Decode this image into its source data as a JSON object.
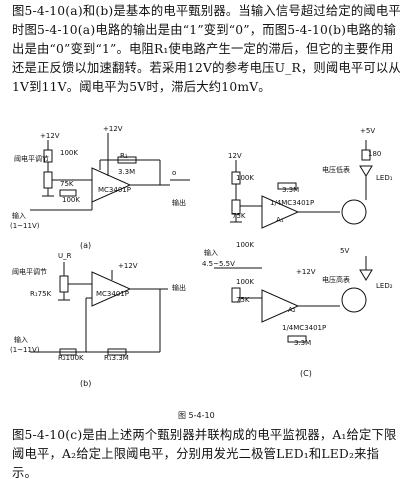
{
  "text": {
    "paragraph_top": "图5-4-10(a)和(b)是基本的电平甄别器。当输入信号超过给定的阈电平时图5-4-10(a)电路的输出是由“1”变到“0”，而图5-4-10(b)电路的输出是由“0”变到“1”。电阻R₁使电路产生一定的滞后，但它的主要作用还是正反馈以加速翻转。若采用12V的参考电压U_R，则阈电平可以从1V到11V。阈电平为5V时，滞后大约10mV。",
    "paragraph_bottom": "图5-4-10(c)是由上述两个甄别器并联构成的电平监视器，A₁给定下限阈电平，A₂给定上限阈电平，分别用发光二极管LED₁和LED₂来指示。"
  },
  "figure": {
    "caption": "图 5-4-10",
    "panel_a": {
      "label": "(a)",
      "vr": "+12V",
      "vcc": "+12V",
      "threshold": "阈电平调节",
      "r_ref": "100K",
      "pot": "75K",
      "r2": "100K",
      "r1": "R₁",
      "r1_val": "3.3M",
      "opamp": "MC3401P",
      "input": "输入",
      "input_range": "(1~11V)",
      "output": "输出",
      "out_mark": "o"
    },
    "panel_b": {
      "label": "(b)",
      "vr": "U_R",
      "vcc": "+12V",
      "threshold": "阈电平调节",
      "pot": "R₁75K",
      "opamp": "MC3401P",
      "output": "输出",
      "input": "输入",
      "input_range": "(1~11V)",
      "r2": "R₂100K",
      "r1": "R₁3.3M"
    },
    "panel_c": {
      "label": "(C)",
      "v1": "12V",
      "v2": "+5V",
      "v3": "5V",
      "v4": "+12V",
      "opamp1": "A₁",
      "opamp1_part": "1/4MC3401P",
      "opamp2": "A₂",
      "opamp2_part": "1/4MC3401P",
      "r100k_top": "100K",
      "r33m_top": "3.3M",
      "r75k_1": "75K",
      "r100k_mid": "100K",
      "r100k_in": "100K",
      "r75k_2": "75K",
      "r33m_bot": "3.3M",
      "r180": "180",
      "led1": "LED₁",
      "led1_label": "电压低表",
      "led2": "LED₂",
      "led2_label": "电压高表",
      "input": "输入",
      "input_range": "4.5~5.5V"
    }
  }
}
